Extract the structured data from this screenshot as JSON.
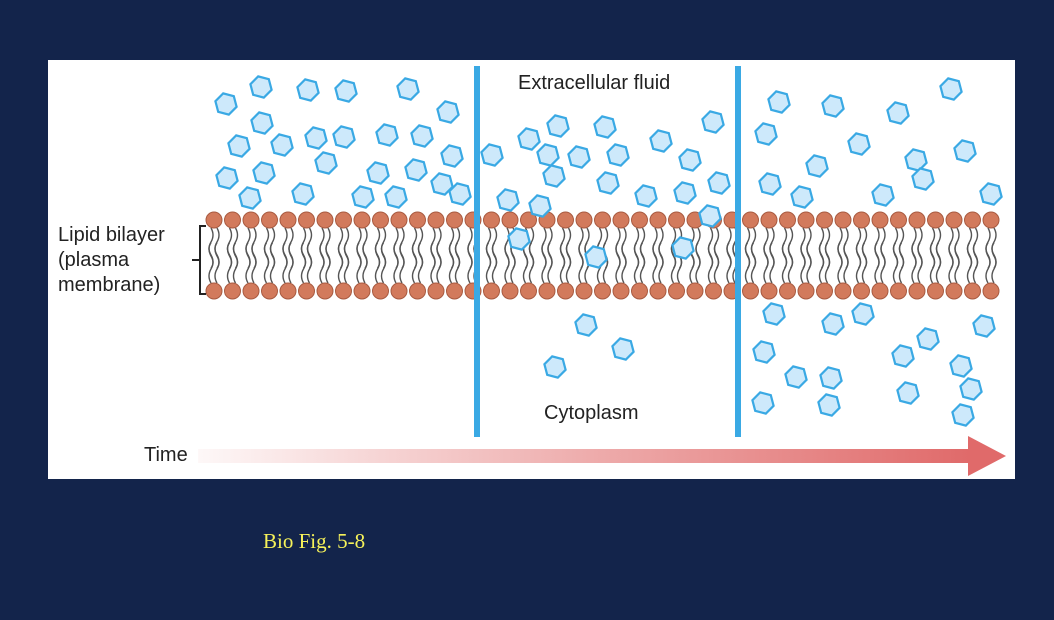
{
  "figure": {
    "extracellular_label": "Extracellular fluid",
    "cytoplasm_label": "Cytoplasm",
    "bilayer_label": {
      "line1": "Lipid bilayer",
      "line2": "(plasma",
      "line3": "membrane)"
    },
    "time_label": "Time"
  },
  "caption": "Bio Fig. 5-8",
  "colors": {
    "background": "#13244b",
    "panel": "#ffffff",
    "molecule_fill": "#cde9fb",
    "molecule_stroke": "#3aa9e4",
    "divider": "#3aa9e4",
    "lipid_head": "#d27a5c",
    "lipid_tail": "#555555",
    "arrow": "#e06a6a",
    "caption": "#f6f25a"
  }
}
